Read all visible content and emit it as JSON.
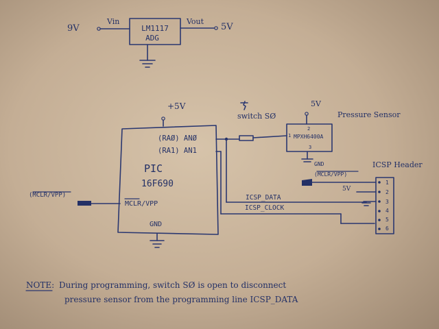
{
  "regulator": {
    "input_voltage": "9V",
    "vin_label": "Vin",
    "chip": "LM1117",
    "variant": "ADG",
    "vout_label": "Vout",
    "output_voltage": "5V"
  },
  "mcu": {
    "supply": "+5V",
    "pin_ra0": "(RAØ) ANØ",
    "pin_ra1": "(RA1) AN1",
    "name": "PIC",
    "model": "16F690",
    "mclr_pin": "MCLR/VPP",
    "gnd": "GND"
  },
  "mclr_input": "(MCLR/VPP)",
  "switch": {
    "label": "switch SØ"
  },
  "sensor": {
    "supply": "5V",
    "title": "Pressure Sensor",
    "part": "MPXH6400A",
    "pin1": "1",
    "pin2": "2",
    "pin3": "3",
    "gnd": "GND"
  },
  "nets": {
    "data": "ICSP_DATA",
    "clock": "ICSP_CLOCK"
  },
  "icsp": {
    "title": "ICSP Header",
    "mclr": "(MCLR/VPP)",
    "supply": "5V",
    "pins": [
      "1",
      "2",
      "3",
      "4",
      "5",
      "6"
    ]
  },
  "note": {
    "label": "NOTE:",
    "line1": "During programming, switch SØ is open to disconnect",
    "line2": "pressure sensor from the programming line ICSP_DATA"
  }
}
